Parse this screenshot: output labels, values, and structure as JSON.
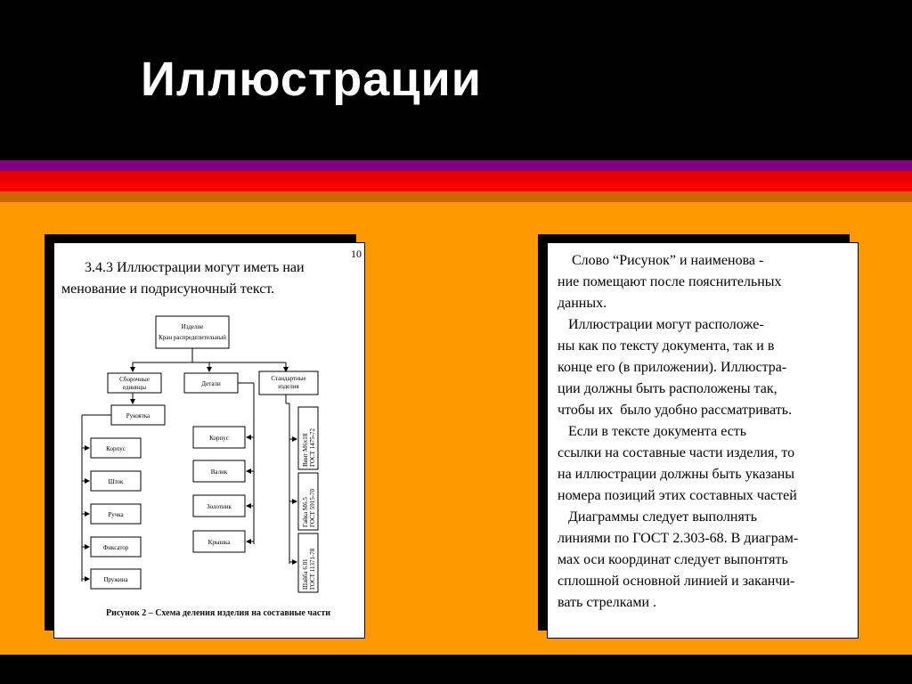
{
  "slide": {
    "title": "Иллюстрации"
  },
  "left_page": {
    "page_number": "10",
    "text_line1": "3.4.3 Иллюстрации  могут иметь наи",
    "text_line2": "менование и подрисуночный текст.",
    "figure": {
      "top_box": [
        "Изделие",
        "Кран распределительный"
      ],
      "level2": [
        [
          "Сборочные",
          "единицы"
        ],
        [
          "Детали"
        ],
        [
          "Стандартные",
          "изделия"
        ]
      ],
      "subassembly": "Рукоятка",
      "column1": [
        "Корпус",
        "Шток",
        "Ручка",
        "Фиксатор",
        "Пружина"
      ],
      "column2": [
        "Корпус",
        "Валик",
        "Золотник",
        "Крышка"
      ],
      "column3": [
        [
          "Винт М6х18",
          "ГОСТ 1475-72"
        ],
        [
          "Гайка М6.5",
          "ГОСТ 5915-70"
        ],
        [
          "Шайба 6.01",
          "ГОСТ 11371-78"
        ]
      ],
      "caption": "Рисунок 2 – Схема деления изделия на составные части"
    }
  },
  "right_page": {
    "lines": [
      "    Слово “Рисунок” и наименова -",
      "ние помещают после пояснительных",
      "данных.",
      "   Иллюстрации могут расположе-",
      "ны как по тексту документа, так и в",
      "конце его (в приложении). Иллюстра-",
      "ции должны быть расположены так,",
      "чтобы их  было удобно рассматривать.",
      "   Если в тексте документа есть",
      "ссылки на составные части изделия, то",
      "на иллюстрации должны быть указаны",
      "номера позиций этих составных частей",
      "   Диаграммы следует выполнять",
      "линиями по ГОСТ 2.303-68. В диаграм-",
      "мах оси координат следует выпонтять",
      "сплошной основной линией и заканчи-",
      "вать стрелками ."
    ]
  },
  "colors": {
    "background": "#000000",
    "orange": "#ff9900",
    "stripe_purple": "#800080",
    "stripe_red": "#ff0000",
    "stripe_brown": "#cc6600"
  }
}
